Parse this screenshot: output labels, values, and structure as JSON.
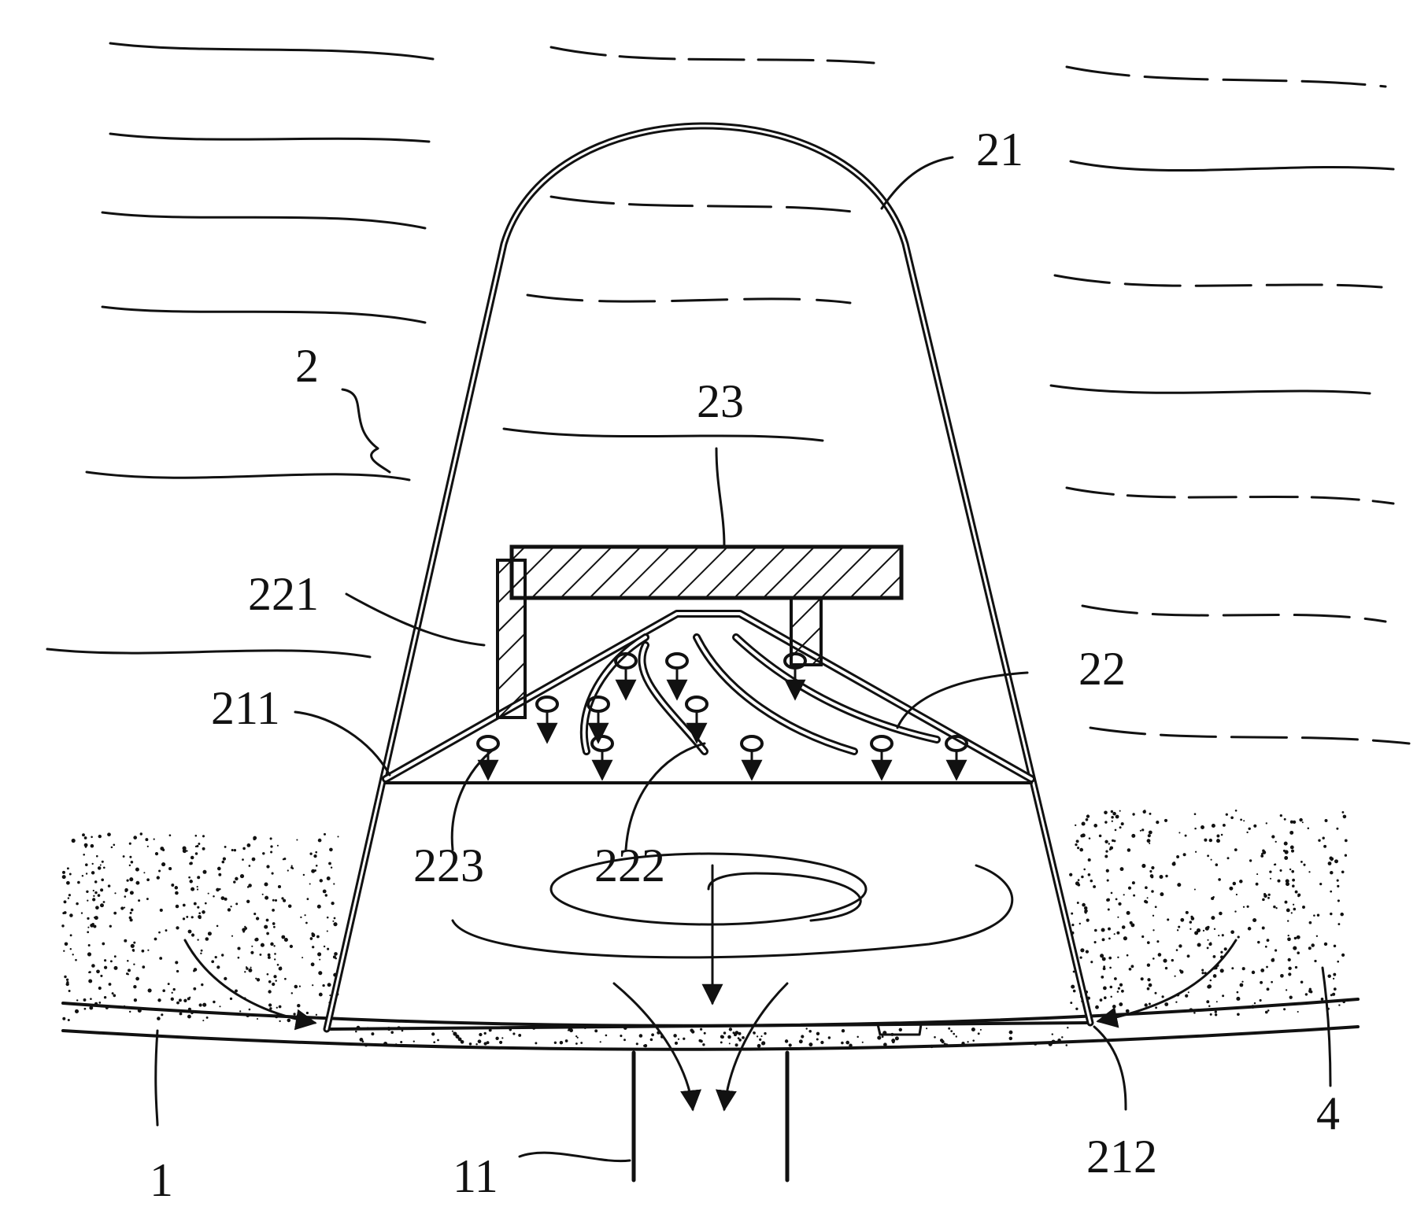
{
  "colors": {
    "ink": "#111111",
    "paper": "#ffffff"
  },
  "labels": {
    "assembly": "2",
    "dome": "21",
    "bottom_edge_left": "211",
    "bottom_edge_right": "212",
    "tray": "22",
    "tray_wall": "221",
    "tray_channel": "222",
    "tray_hole": "223",
    "plate": "23",
    "base": "1",
    "outlet": "11",
    "sediment": "4"
  }
}
